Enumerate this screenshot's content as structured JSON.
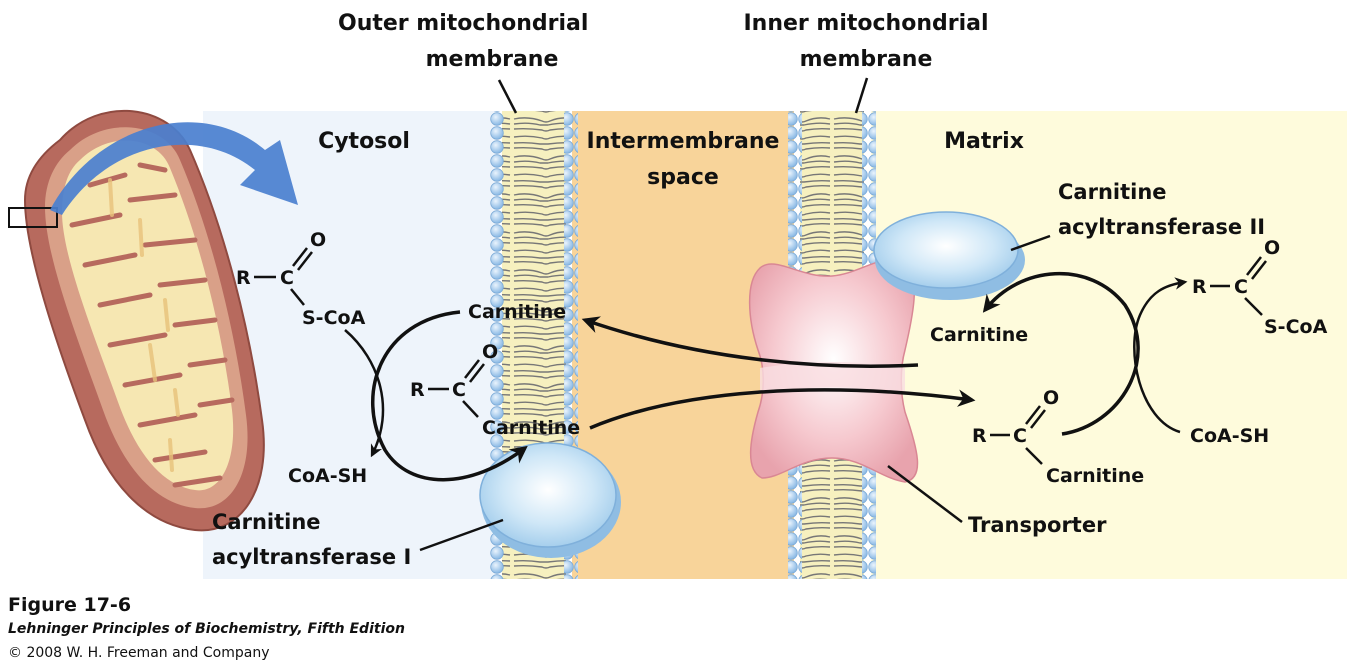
{
  "regions": {
    "cytosol": "Cytosol",
    "intermembrane_line1": "Intermembrane",
    "intermembrane_line2": "space",
    "matrix": "Matrix"
  },
  "membranes": {
    "outer_line1": "Outer mitochondrial",
    "outer_line2": "membrane",
    "inner_line1": "Inner mitochondrial",
    "inner_line2": "membrane"
  },
  "colors": {
    "cytosol": "#eef4fb",
    "intermembrane": "#f8d49a",
    "matrix": "#fefbdc",
    "phospholipid_head": "#a9cdee",
    "lipid_tail": "#f6f0bf",
    "enzyme": "#b8dcf3",
    "transporter": "#f4bcc3",
    "mito_outer": "#b76a5e",
    "mito_inner": "#f6e7b2",
    "blue_arrow": "#4a7fcf"
  },
  "cytosol_side": {
    "acyl_coa": {
      "r": "R",
      "c": "C",
      "o": "O",
      "group": "S-CoA"
    },
    "coa_sh": "CoA-SH",
    "carnitine_in": "Carnitine",
    "acyl_carnitine": {
      "r": "R",
      "c": "C",
      "o": "O",
      "group": "Carnitine"
    },
    "enzyme_line1": "Carnitine",
    "enzyme_line2": "acyltransferase I"
  },
  "matrix_side": {
    "enzyme_line1": "Carnitine",
    "enzyme_line2": "acyltransferase II",
    "carnitine_out": "Carnitine",
    "acyl_coa": {
      "r": "R",
      "c": "C",
      "o": "O",
      "group": "S-CoA"
    },
    "coa_sh": "CoA-SH",
    "acyl_carnitine": {
      "r": "R",
      "c": "C",
      "o": "O",
      "group": "Carnitine"
    },
    "transporter": "Transporter"
  },
  "caption": {
    "title": "Figure 17-6",
    "book": "Lehninger Principles of Biochemistry, Fifth Edition",
    "copyright": "© 2008 W. H. Freeman and Company"
  }
}
